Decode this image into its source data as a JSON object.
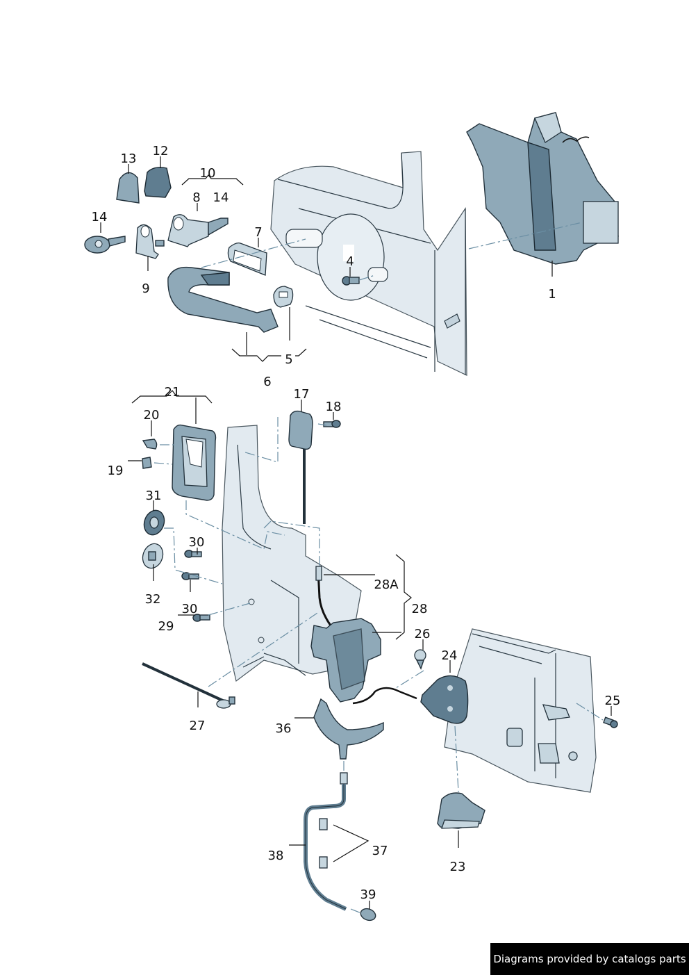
{
  "diagram": {
    "title": "Door lock / handle assembly exploded view",
    "callouts": {
      "p1": "1",
      "p4": "4",
      "p5": "5",
      "p6": "6",
      "p7": "7",
      "p8": "8",
      "p9": "9",
      "p10": "10",
      "p12": "12",
      "p13": "13",
      "p14a": "14",
      "p14b": "14",
      "p17": "17",
      "p18": "18",
      "p19": "19",
      "p20": "20",
      "p21": "21",
      "p23": "23",
      "p24": "24",
      "p25": "25",
      "p26": "26",
      "p27": "27",
      "p28": "28",
      "p28a": "28A",
      "p29": "29",
      "p30a": "30",
      "p30b": "30",
      "p31": "31",
      "p32": "32",
      "p36": "36",
      "p37": "37",
      "p38": "38",
      "p39": "39"
    }
  },
  "footer": {
    "credit": "Diagrams provided by catalogs parts"
  }
}
